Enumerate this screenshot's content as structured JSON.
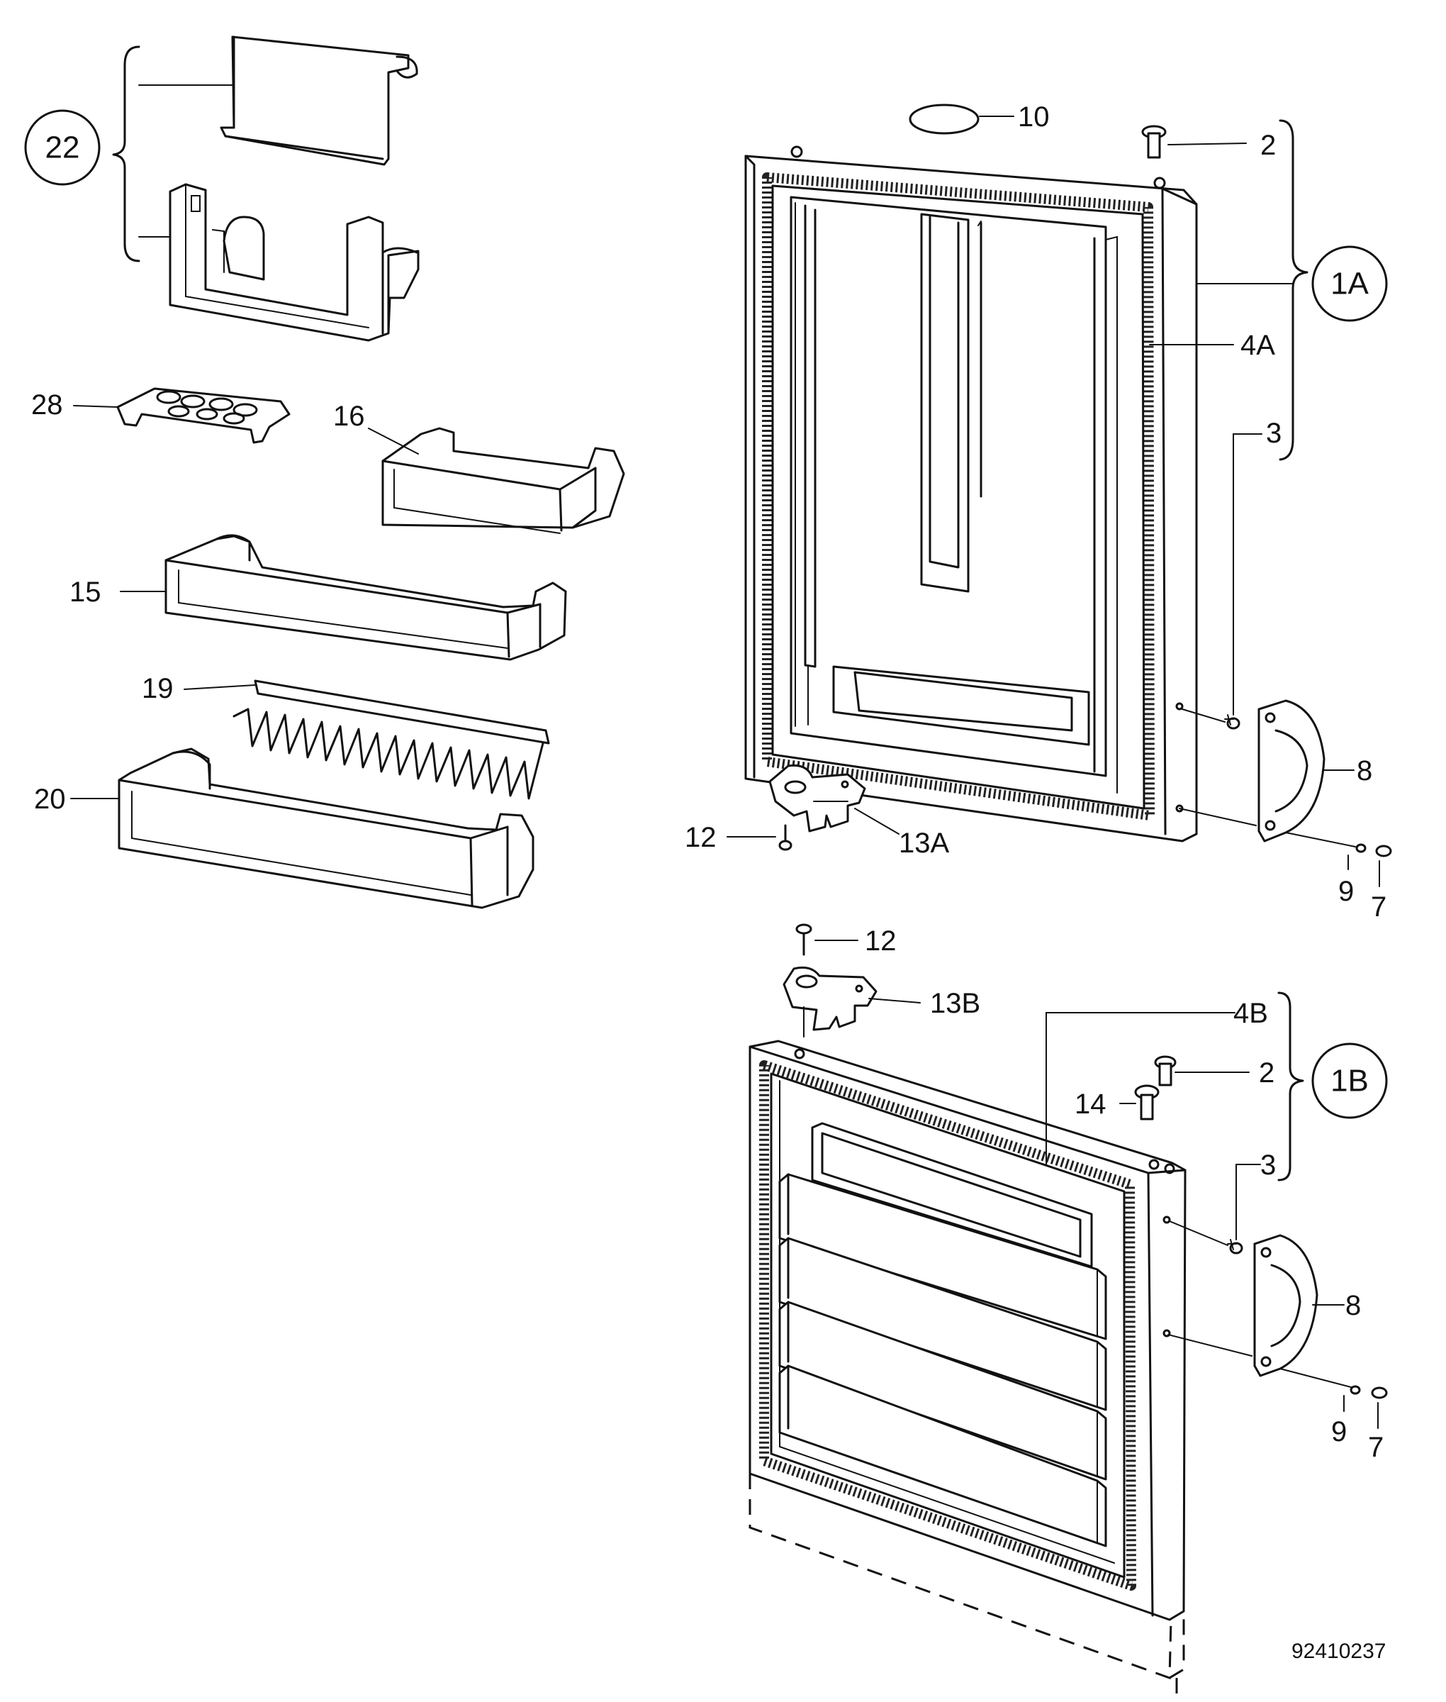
{
  "labels": {
    "g22": "22",
    "g1A": "1A",
    "g1B": "1B",
    "l10": "10",
    "l2a": "2",
    "l4A": "4A",
    "l3a": "3",
    "l28": "28",
    "l16": "16",
    "l15": "15",
    "l19": "19",
    "l20": "20",
    "l8a": "8",
    "l12a": "12",
    "l13A": "13A",
    "l9a": "9",
    "l7a": "7",
    "l12b": "12",
    "l13B": "13B",
    "l4B": "4B",
    "l2b": "2",
    "l14": "14",
    "l3b": "3",
    "l8b": "8",
    "l9b": "9",
    "l7b": "7"
  },
  "reference_number": "92410237"
}
